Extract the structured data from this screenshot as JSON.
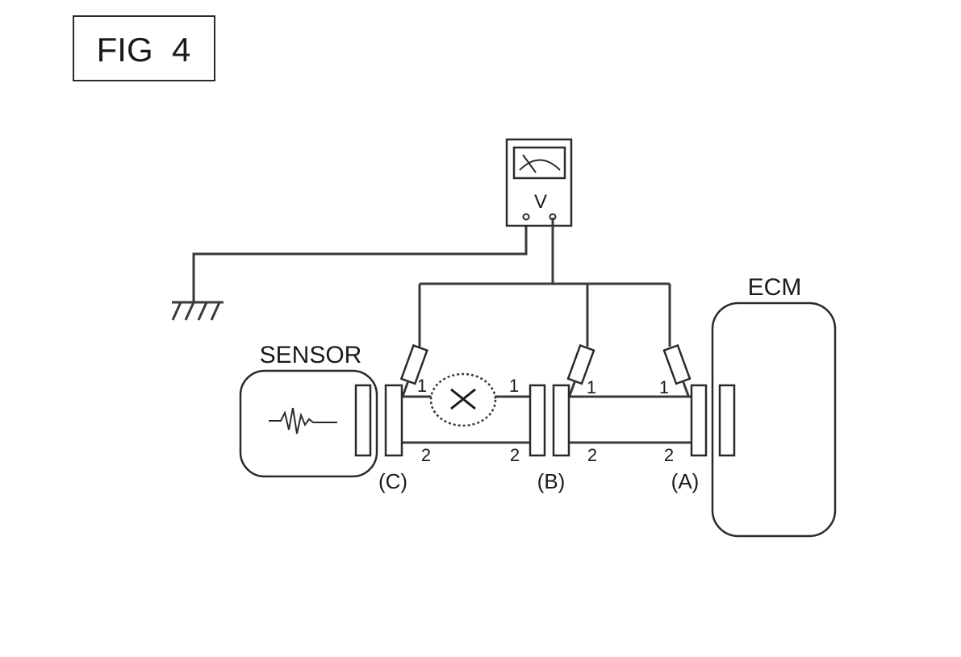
{
  "figure": {
    "label": "FIG  4"
  },
  "meter": {
    "unit_label": "V"
  },
  "components": {
    "sensor_label": "SENSOR",
    "ecm_label": "ECM"
  },
  "connectors": {
    "c_label": "(C)",
    "b_label": "(B)",
    "a_label": "(A)"
  },
  "pins": {
    "c_pin1": "1",
    "c_pin2": "2",
    "b_left_pin1": "1",
    "b_left_pin2": "2",
    "b_right_pin1": "1",
    "b_right_pin2": "2",
    "a_pin1": "1",
    "a_pin2": "2"
  }
}
